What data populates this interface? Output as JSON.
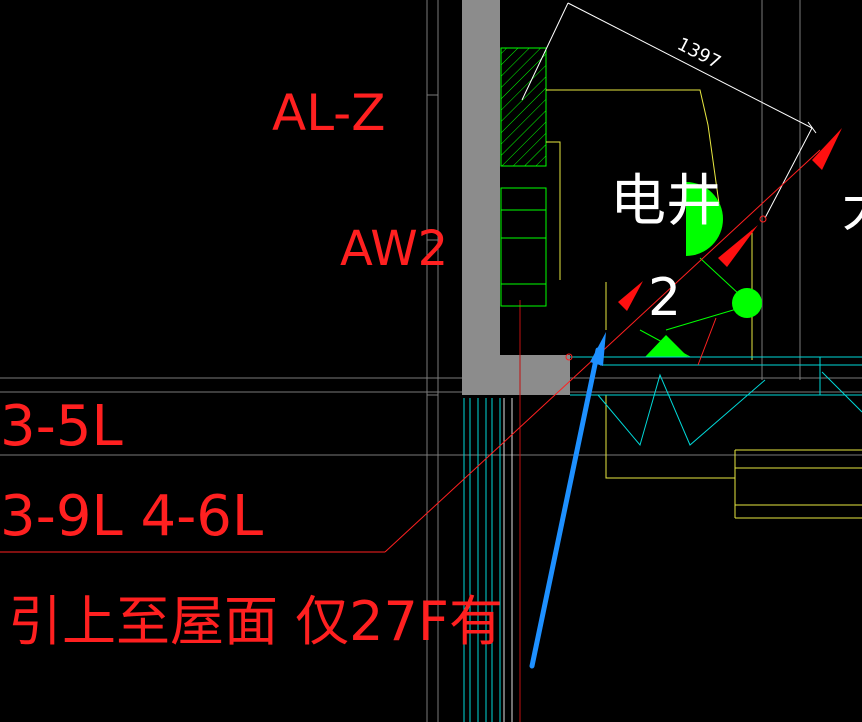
{
  "canvas": {
    "background": "#000000",
    "colors": {
      "red": "#ff2020",
      "white": "#ffffff",
      "yellow": "#ffff40",
      "green": "#00ff00",
      "cyan": "#00e0e0",
      "gray": "#808080",
      "wall_fill": "#8c8c8c",
      "arrow_blue": "#1e90ff"
    }
  },
  "labels": {
    "al_z": "AL-Z",
    "aw2": "AW2",
    "dimension": "1397",
    "shaft_char": "电井",
    "shaft_number": "2",
    "cut_char": "大",
    "line_3_5l": "3-5L",
    "line_3_9l_4_6l": "3-9L 4-6L",
    "note": "引上至屋面 仅27F有"
  },
  "icons": {
    "annotation_arrow": "arrow-up-icon",
    "cable_arrow": "triangle-arrowhead-icon"
  }
}
